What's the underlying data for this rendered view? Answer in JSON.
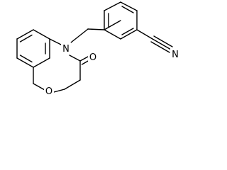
{
  "atoms": {
    "nitrogen_ring": "N",
    "oxygen_ring": "O",
    "oxygen_carbonyl": "O",
    "nitrile_nitrogen": "N"
  },
  "colors": {
    "bond": "#000000",
    "label": "#000000",
    "background": "#ffffff"
  }
}
